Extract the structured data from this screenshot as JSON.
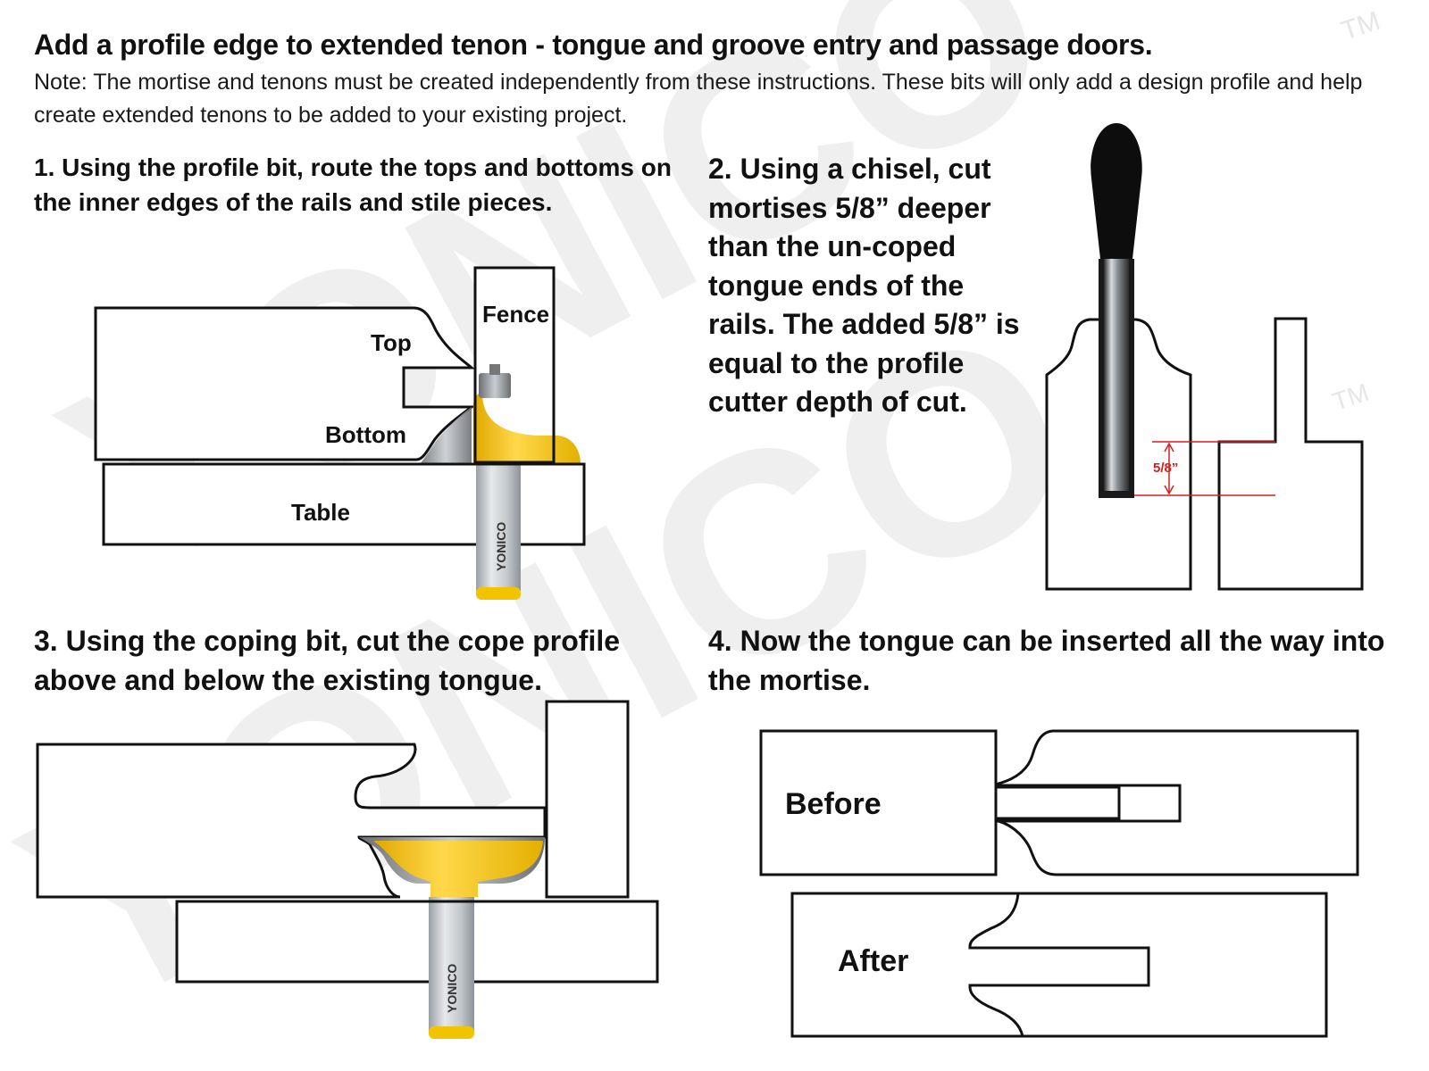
{
  "header": {
    "title": "Add a profile edge to extended tenon - tongue and groove entry and passage doors.",
    "note": "Note: The mortise and tenons must be created independently from these instructions. These bits will only add a design profile and help create extended tenons to be added to your existing project.",
    "trademark": "TM"
  },
  "watermark": {
    "text": "YONICO"
  },
  "steps": [
    {
      "text": "1. Using the profile bit, route the tops and bottoms on the inner edges of the rails and stile pieces."
    },
    {
      "text": "2. Using a chisel, cut mortises 5/8” deeper than the un-coped tongue ends of the rails. The added 5/8” is equal to the profile cutter depth of cut."
    },
    {
      "text": "3. Using the coping bit, cut the cope profile above and below the existing tongue."
    },
    {
      "text": "4. Now the tongue can be inserted all the way into the mortise."
    }
  ],
  "diagram1": {
    "fence": "Fence",
    "top": "Top",
    "bottom": "Bottom",
    "table": "Table",
    "bit_brand": "YONICO"
  },
  "diagram2": {
    "dimension": "5/8”",
    "trademark": "TM"
  },
  "diagram3": {
    "bit_brand": "YONICO"
  },
  "diagram4": {
    "before": "Before",
    "after": "After"
  },
  "colors": {
    "bit_yellow": "#f2c400",
    "bit_shank": "#cfd2d6",
    "dimension_red": "#d42020",
    "watermark": "#efefef"
  }
}
